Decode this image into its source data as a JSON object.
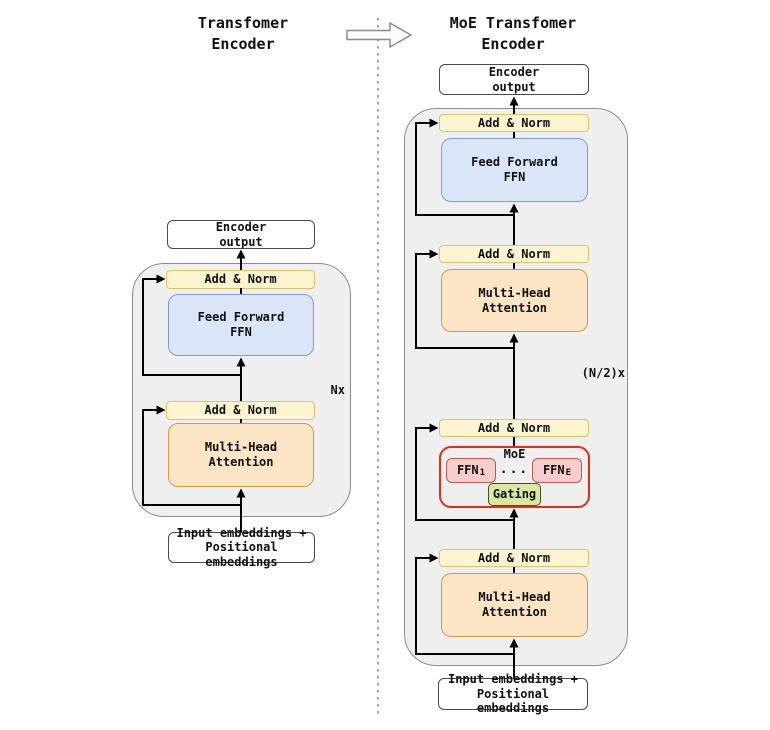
{
  "titles": {
    "left_line1": "Transfomer",
    "left_line2": "Encoder",
    "right_line1": "MoE Transfomer",
    "right_line2": "Encoder"
  },
  "labels": {
    "encoder_output_line1": "Encoder",
    "encoder_output_line2": "output",
    "add_norm": "Add & Norm",
    "feed_forward_line1": "Feed Forward",
    "feed_forward_line2": "FFN",
    "attention_line1": "Multi-Head",
    "attention_line2": "Attention",
    "repeat_left": "Nx",
    "repeat_right": "(N/2)x",
    "moe": "MoE",
    "expert_base": "FFN",
    "expert_first_subscript": "1",
    "expert_last_subscript": "E",
    "expert_ellipsis": "...",
    "gating": "Gating",
    "input_line1": "Input embeddings +",
    "input_line2": "Positional embeddings"
  },
  "colors": {
    "add_norm_fill": "#FCF3D1",
    "add_norm_border": "#DEC466",
    "ffn_fill": "#DAE6F8",
    "ffn_border": "#7E9CD0",
    "attention_fill": "#FBE5C4",
    "attention_border": "#D49B3E",
    "expert_fill": "#F5CDCB",
    "expert_border": "#BF5956",
    "moe_border": "#E52A1A",
    "gating_fill": "#D9E8A3",
    "gating_border": "#46501B",
    "container_fill": "#F0EFEF",
    "container_border": "#8C8C8C"
  }
}
